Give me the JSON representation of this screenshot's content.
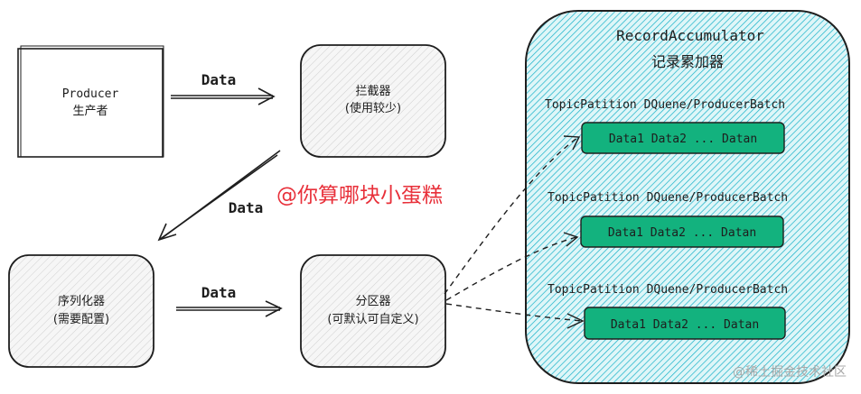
{
  "nodes": {
    "producer": {
      "line1": "Producer",
      "line2": "生产者"
    },
    "interceptor": {
      "line1": "拦截器",
      "line2": "(使用较少)"
    },
    "serializer": {
      "line1": "序列化器",
      "line2": "(需要配置)"
    },
    "partitioner": {
      "line1": "分区器",
      "line2": "(可默认可自定义)"
    }
  },
  "edges": {
    "producer_to_interceptor": "Data",
    "interceptor_to_serializer": "Data",
    "serializer_to_partitioner": "Data"
  },
  "accumulator": {
    "title": "RecordAccumulator",
    "subtitle": "记录累加器",
    "rows": [
      {
        "header": "TopicPatition DQuene/ProducerBatch",
        "batch": "Data1 Data2 ... Datan"
      },
      {
        "header": "TopicPatition DQuene/ProducerBatch",
        "batch": "Data1 Data2 ... Datan"
      },
      {
        "header": "TopicPatition DQuene/ProducerBatch",
        "batch": "Data1 Data2 ... Datan"
      }
    ]
  },
  "watermark": {
    "author": "@你算哪块小蛋糕",
    "site": "@稀土掘金技术社区"
  },
  "colors": {
    "accumulator_fill": "#a5e3ea",
    "accumulator_hatch": "#16b1c8",
    "batch_fill": "#13b27e",
    "node_fill": "#f1f1f1",
    "watermark_red": "#e8303a"
  }
}
